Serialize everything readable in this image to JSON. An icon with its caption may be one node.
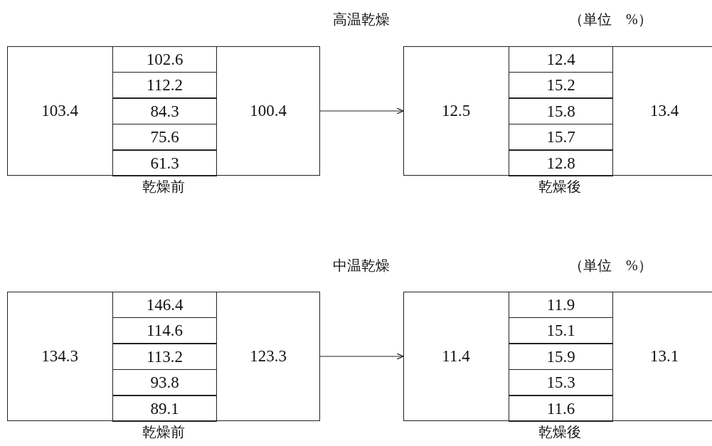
{
  "diagram": {
    "nodes": [
      {
        "text": [
          "103.4",
          "100.4"
        ],
        "beside": [
          "乾燥前"
        ]
      },
      {
        "text": [
          "102.6"
        ],
        "in": 0
      },
      {
        "text": [
          "112.2"
        ],
        "in": 0
      },
      {
        "text": [
          "84.3"
        ],
        "in": 0
      },
      {
        "text": [
          "75.6"
        ],
        "in": 0
      },
      {
        "text": [
          "61.3"
        ],
        "in": 0
      },
      {
        "text": [
          "12.5",
          "13.4"
        ],
        "beside": [
          "乾燥後"
        ]
      },
      {
        "text": [
          "12.4"
        ],
        "in": 6
      },
      {
        "text": [
          "15.2"
        ],
        "in": 6
      },
      {
        "text": [
          "15.8"
        ],
        "in": 6
      },
      {
        "text": [
          "15.7"
        ],
        "in": 6
      },
      {
        "text": [
          "12.8"
        ],
        "in": 6
      },
      {
        "text": [
          "134.3",
          "123.3"
        ],
        "beside": [
          "乾燥前"
        ]
      },
      {
        "text": [
          "146.4"
        ],
        "in": 12
      },
      {
        "text": [
          "114.6"
        ],
        "in": 12
      },
      {
        "text": [
          "113.2"
        ],
        "in": 12
      },
      {
        "text": [
          "93.8"
        ],
        "in": 12
      },
      {
        "text": [
          "89.1"
        ],
        "in": 12
      },
      {
        "text": [
          "11.4",
          "13.1"
        ],
        "beside": [
          "乾燥後"
        ]
      },
      {
        "text": [
          "11.9"
        ],
        "in": 18
      },
      {
        "text": [
          "15.1"
        ],
        "in": 18
      },
      {
        "text": [
          "15.9"
        ],
        "in": 18
      },
      {
        "text": [
          "15.3"
        ],
        "in": 18
      },
      {
        "text": [
          "11.6"
        ],
        "in": 18
      }
    ],
    "edges": [
      {
        "from": 0,
        "to": 6,
        "arrow": "to"
      },
      {
        "from": 12,
        "to": 18,
        "arrow": "to"
      }
    ],
    "labels": [
      "高温乾燥",
      "（単位　%）",
      "中温乾燥",
      "（単位　%）"
    ]
  }
}
